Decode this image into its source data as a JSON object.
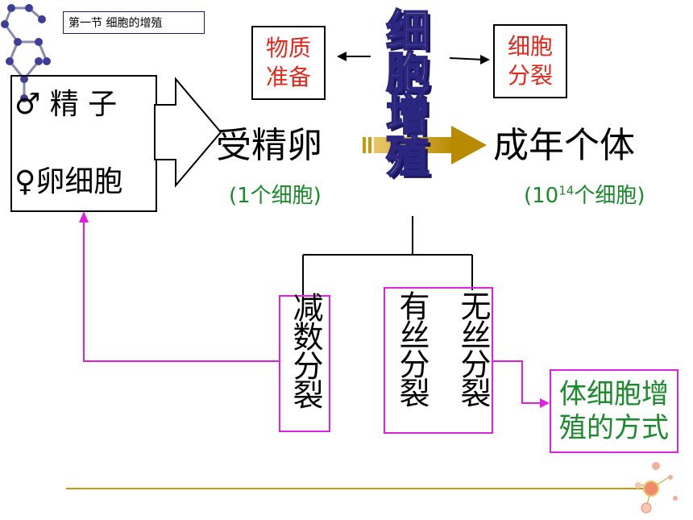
{
  "title": "第一节 细胞的增殖",
  "gametes": {
    "male": "♂ 精 子",
    "female": "♀卵细胞"
  },
  "fertilized_egg": {
    "label": "受精卵",
    "count": "(1个细胞)"
  },
  "adult": {
    "label": "成年个体",
    "count_prefix": "(10",
    "count_exp": "14",
    "count_suffix": "个细胞)"
  },
  "wordart": [
    "细",
    "胞",
    "增",
    "殖"
  ],
  "material_prep": [
    "物质",
    "准备"
  ],
  "cell_division": [
    "细胞",
    "分裂"
  ],
  "meiosis": "减数分裂",
  "mitosis": "有丝分裂",
  "amitosis": "无丝分裂",
  "somatic_mode": [
    "体细胞增",
    "殖的方式"
  ],
  "colors": {
    "accent_red": "#e5281c",
    "accent_green": "#1a8a2a",
    "magenta": "#e020e0",
    "arrow_gold": "#c89a0a"
  }
}
